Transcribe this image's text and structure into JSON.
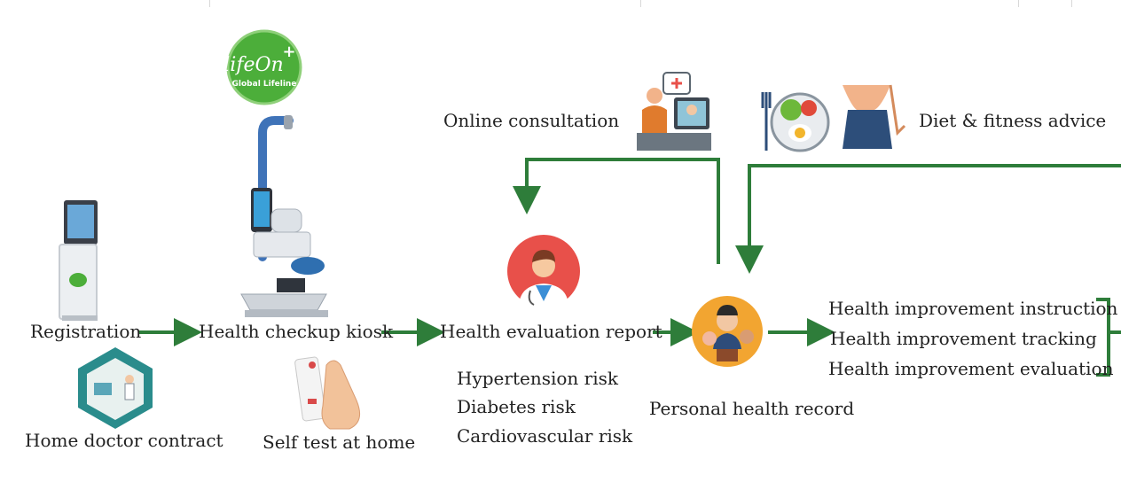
{
  "diagram": {
    "logo": {
      "main": "lifeOn",
      "plus": "+",
      "sub": "Global Lifeline"
    },
    "nodes": {
      "registration": "Registration",
      "home_doctor": "Home doctor contract",
      "kiosk": "Health checkup kiosk",
      "self_test": "Self test at home",
      "evaluation_report": "Health evaluation report",
      "personal_record": "Personal health record",
      "online_consultation": "Online consultation",
      "diet_fitness": "Diet & fitness advice"
    },
    "risks": [
      "Hypertension risk",
      "Diabetes risk",
      "Cardiovascular risk"
    ],
    "improvements": [
      "Health improvement instruction",
      "Health improvement tracking",
      "Health improvement evaluation"
    ],
    "colors": {
      "arrow": "#2e7d3a",
      "logo_green": "#4cae3a",
      "doctor_red": "#e8504a",
      "text": "#222222"
    }
  }
}
